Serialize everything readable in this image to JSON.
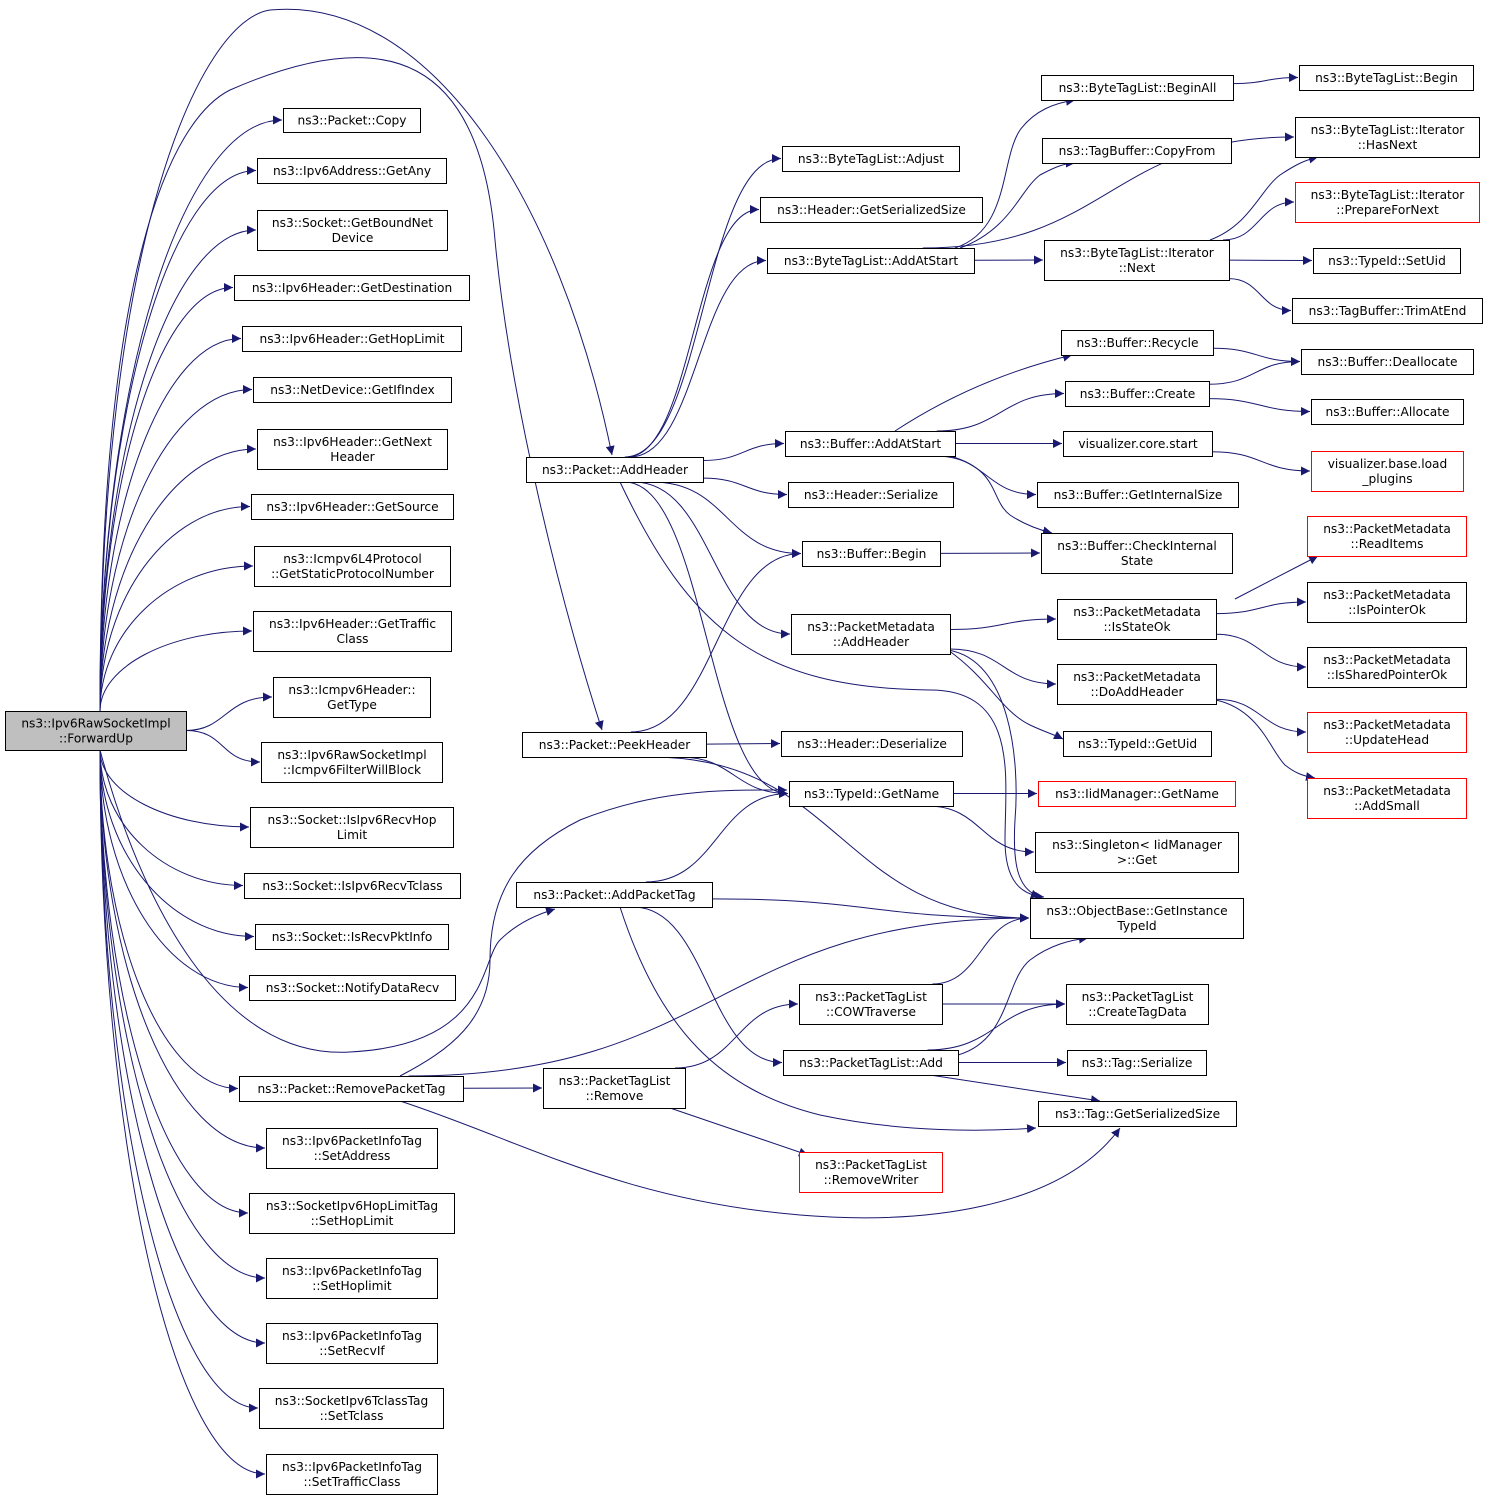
{
  "diagram": {
    "colors": {
      "edge": "#191970",
      "root_fill": "#bfbfbf",
      "node_border": "#000000",
      "truncated_border": "#ff0000",
      "background": "#ffffff"
    },
    "nodes": [
      {
        "id": "root",
        "lines": [
          "ns3::Ipv6RawSocketImpl",
          "::ForwardUp"
        ],
        "kind": "root"
      },
      {
        "id": "pkt_copy",
        "lines": [
          "ns3::Packet::Copy"
        ]
      },
      {
        "id": "ipv6addr_getany",
        "lines": [
          "ns3::Ipv6Address::GetAny"
        ]
      },
      {
        "id": "socket_getboundnetdevice",
        "lines": [
          "ns3::Socket::GetBoundNet",
          "Device"
        ]
      },
      {
        "id": "ipv6hdr_getdestination",
        "lines": [
          "ns3::Ipv6Header::GetDestination"
        ]
      },
      {
        "id": "ipv6hdr_gethoplimit",
        "lines": [
          "ns3::Ipv6Header::GetHopLimit"
        ]
      },
      {
        "id": "netdevice_getifindex",
        "lines": [
          "ns3::NetDevice::GetIfIndex"
        ]
      },
      {
        "id": "ipv6hdr_getnextheader",
        "lines": [
          "ns3::Ipv6Header::GetNext",
          "Header"
        ]
      },
      {
        "id": "ipv6hdr_getsource",
        "lines": [
          "ns3::Ipv6Header::GetSource"
        ]
      },
      {
        "id": "icmpv6l4_getstaticprotocolnumber",
        "lines": [
          "ns3::Icmpv6L4Protocol",
          "::GetStaticProtocolNumber"
        ]
      },
      {
        "id": "ipv6hdr_gettrafficclass",
        "lines": [
          "ns3::Ipv6Header::GetTraffic",
          "Class"
        ]
      },
      {
        "id": "icmpv6hdr_gettype",
        "lines": [
          "ns3::Icmpv6Header::",
          "GetType"
        ]
      },
      {
        "id": "ipv6raw_icmpv6filterwillblock",
        "lines": [
          "ns3::Ipv6RawSocketImpl",
          "::Icmpv6FilterWillBlock"
        ]
      },
      {
        "id": "socket_isipv6recvhoplimit",
        "lines": [
          "ns3::Socket::IsIpv6RecvHop",
          "Limit"
        ]
      },
      {
        "id": "socket_isipv6recvtclass",
        "lines": [
          "ns3::Socket::IsIpv6RecvTclass"
        ]
      },
      {
        "id": "socket_isrecvpktinfo",
        "lines": [
          "ns3::Socket::IsRecvPktInfo"
        ]
      },
      {
        "id": "socket_notifydatarecv",
        "lines": [
          "ns3::Socket::NotifyDataRecv"
        ]
      },
      {
        "id": "pkt_removepackettag",
        "lines": [
          "ns3::Packet::RemovePacketTag"
        ]
      },
      {
        "id": "ipv6pktinfotag_setaddress",
        "lines": [
          "ns3::Ipv6PacketInfoTag",
          "::SetAddress"
        ]
      },
      {
        "id": "socketipv6hoplimittag_sethoplimit",
        "lines": [
          "ns3::SocketIpv6HopLimitTag",
          "::SetHopLimit"
        ]
      },
      {
        "id": "ipv6pktinfotag_sethoplimit",
        "lines": [
          "ns3::Ipv6PacketInfoTag",
          "::SetHoplimit"
        ]
      },
      {
        "id": "ipv6pktinfotag_setrecvif",
        "lines": [
          "ns3::Ipv6PacketInfoTag",
          "::SetRecvIf"
        ]
      },
      {
        "id": "socketipv6tclasstag_settclass",
        "lines": [
          "ns3::SocketIpv6TclassTag",
          "::SetTclass"
        ]
      },
      {
        "id": "ipv6pktinfotag_settrafficclass",
        "lines": [
          "ns3::Ipv6PacketInfoTag",
          "::SetTrafficClass"
        ]
      },
      {
        "id": "pkt_addheader",
        "lines": [
          "ns3::Packet::AddHeader"
        ]
      },
      {
        "id": "pkt_peekheader",
        "lines": [
          "ns3::Packet::PeekHeader"
        ]
      },
      {
        "id": "pkt_addpackettag",
        "lines": [
          "ns3::Packet::AddPacketTag"
        ]
      },
      {
        "id": "packettaglist_remove",
        "lines": [
          "ns3::PacketTagList",
          "::Remove"
        ]
      },
      {
        "id": "bytetaglist_adjust",
        "lines": [
          "ns3::ByteTagList::Adjust"
        ]
      },
      {
        "id": "header_getserializedsize",
        "lines": [
          "ns3::Header::GetSerializedSize"
        ]
      },
      {
        "id": "bytetaglist_addatstart",
        "lines": [
          "ns3::ByteTagList::AddAtStart"
        ]
      },
      {
        "id": "buffer_addatstart",
        "lines": [
          "ns3::Buffer::AddAtStart"
        ]
      },
      {
        "id": "header_serialize",
        "lines": [
          "ns3::Header::Serialize"
        ]
      },
      {
        "id": "buffer_begin",
        "lines": [
          "ns3::Buffer::Begin"
        ]
      },
      {
        "id": "pktmeta_addheader",
        "lines": [
          "ns3::PacketMetadata",
          "::AddHeader"
        ]
      },
      {
        "id": "header_deserialize",
        "lines": [
          "ns3::Header::Deserialize"
        ]
      },
      {
        "id": "typeid_getname",
        "lines": [
          "ns3::TypeId::GetName"
        ]
      },
      {
        "id": "packettaglist_cowtraverse",
        "lines": [
          "ns3::PacketTagList",
          "::COWTraverse"
        ]
      },
      {
        "id": "packettaglist_add",
        "lines": [
          "ns3::PacketTagList::Add"
        ]
      },
      {
        "id": "packettaglist_removewriter",
        "lines": [
          "ns3::PacketTagList",
          "::RemoveWriter"
        ],
        "kind": "truncated"
      },
      {
        "id": "bytetaglist_beginall",
        "lines": [
          "ns3::ByteTagList::BeginAll"
        ]
      },
      {
        "id": "tagbuffer_copyfrom",
        "lines": [
          "ns3::TagBuffer::CopyFrom"
        ]
      },
      {
        "id": "bytetaglist_iterator_next",
        "lines": [
          "ns3::ByteTagList::Iterator",
          "::Next"
        ]
      },
      {
        "id": "buffer_recycle",
        "lines": [
          "ns3::Buffer::Recycle"
        ]
      },
      {
        "id": "buffer_create",
        "lines": [
          "ns3::Buffer::Create"
        ]
      },
      {
        "id": "visualizer_core_start",
        "lines": [
          "visualizer.core.start"
        ]
      },
      {
        "id": "buffer_getinternalsize",
        "lines": [
          "ns3::Buffer::GetInternalSize"
        ]
      },
      {
        "id": "buffer_checkinternalstate",
        "lines": [
          "ns3::Buffer::CheckInternal",
          "State"
        ]
      },
      {
        "id": "pktmeta_isstateok",
        "lines": [
          "ns3::PacketMetadata",
          "::IsStateOk"
        ]
      },
      {
        "id": "pktmeta_doaddheader",
        "lines": [
          "ns3::PacketMetadata",
          "::DoAddHeader"
        ]
      },
      {
        "id": "typeid_getuid",
        "lines": [
          "ns3::TypeId::GetUid"
        ]
      },
      {
        "id": "iidmanager_getname",
        "lines": [
          "ns3::IidManager::GetName"
        ],
        "kind": "truncated"
      },
      {
        "id": "singleton_iidmanager_get",
        "lines": [
          "ns3::Singleton< IidManager",
          ">::Get"
        ]
      },
      {
        "id": "objectbase_getinstancetypeid",
        "lines": [
          "ns3::ObjectBase::GetInstance",
          "TypeId"
        ]
      },
      {
        "id": "packettaglist_createtagdata",
        "lines": [
          "ns3::PacketTagList",
          "::CreateTagData"
        ]
      },
      {
        "id": "tag_serialize",
        "lines": [
          "ns3::Tag::Serialize"
        ]
      },
      {
        "id": "tag_getserializedsize",
        "lines": [
          "ns3::Tag::GetSerializedSize"
        ]
      },
      {
        "id": "bytetaglist_begin",
        "lines": [
          "ns3::ByteTagList::Begin"
        ]
      },
      {
        "id": "bytetaglist_iterator_hasnext",
        "lines": [
          "ns3::ByteTagList::Iterator",
          "::HasNext"
        ]
      },
      {
        "id": "bytetaglist_iterator_preparefornext",
        "lines": [
          "ns3::ByteTagList::Iterator",
          "::PrepareForNext"
        ],
        "kind": "truncated"
      },
      {
        "id": "typeid_setuid",
        "lines": [
          "ns3::TypeId::SetUid"
        ]
      },
      {
        "id": "tagbuffer_trimatend",
        "lines": [
          "ns3::TagBuffer::TrimAtEnd"
        ]
      },
      {
        "id": "buffer_deallocate",
        "lines": [
          "ns3::Buffer::Deallocate"
        ]
      },
      {
        "id": "buffer_allocate",
        "lines": [
          "ns3::Buffer::Allocate"
        ]
      },
      {
        "id": "visualizer_base_load_plugins",
        "lines": [
          "visualizer.base.load",
          "_plugins"
        ],
        "kind": "truncated"
      },
      {
        "id": "pktmeta_readitems",
        "lines": [
          "ns3::PacketMetadata",
          "::ReadItems"
        ],
        "kind": "truncated"
      },
      {
        "id": "pktmeta_ispointerok",
        "lines": [
          "ns3::PacketMetadata",
          "::IsPointerOk"
        ]
      },
      {
        "id": "pktmeta_issharedpointerok",
        "lines": [
          "ns3::PacketMetadata",
          "::IsSharedPointerOk"
        ]
      },
      {
        "id": "pktmeta_updatehead",
        "lines": [
          "ns3::PacketMetadata",
          "::UpdateHead"
        ],
        "kind": "truncated"
      },
      {
        "id": "pktmeta_addsmall",
        "lines": [
          "ns3::PacketMetadata",
          "::AddSmall"
        ],
        "kind": "truncated"
      }
    ],
    "edges": [
      {
        "from": "root",
        "to": "pkt_copy"
      },
      {
        "from": "root",
        "to": "ipv6addr_getany"
      },
      {
        "from": "root",
        "to": "socket_getboundnetdevice"
      },
      {
        "from": "root",
        "to": "ipv6hdr_getdestination"
      },
      {
        "from": "root",
        "to": "ipv6hdr_gethoplimit"
      },
      {
        "from": "root",
        "to": "netdevice_getifindex"
      },
      {
        "from": "root",
        "to": "ipv6hdr_getnextheader"
      },
      {
        "from": "root",
        "to": "ipv6hdr_getsource"
      },
      {
        "from": "root",
        "to": "icmpv6l4_getstaticprotocolnumber"
      },
      {
        "from": "root",
        "to": "ipv6hdr_gettrafficclass"
      },
      {
        "from": "root",
        "to": "icmpv6hdr_gettype"
      },
      {
        "from": "root",
        "to": "ipv6raw_icmpv6filterwillblock"
      },
      {
        "from": "root",
        "to": "socket_isipv6recvhoplimit"
      },
      {
        "from": "root",
        "to": "socket_isipv6recvtclass"
      },
      {
        "from": "root",
        "to": "socket_isrecvpktinfo"
      },
      {
        "from": "root",
        "to": "socket_notifydatarecv"
      },
      {
        "from": "root",
        "to": "pkt_removepackettag"
      },
      {
        "from": "root",
        "to": "ipv6pktinfotag_setaddress"
      },
      {
        "from": "root",
        "to": "socketipv6hoplimittag_sethoplimit"
      },
      {
        "from": "root",
        "to": "ipv6pktinfotag_sethoplimit"
      },
      {
        "from": "root",
        "to": "ipv6pktinfotag_setrecvif"
      },
      {
        "from": "root",
        "to": "socketipv6tclasstag_settclass"
      },
      {
        "from": "root",
        "to": "ipv6pktinfotag_settrafficclass"
      },
      {
        "from": "root",
        "to": "pkt_addheader"
      },
      {
        "from": "root",
        "to": "pkt_peekheader"
      },
      {
        "from": "root",
        "to": "pkt_addpackettag"
      },
      {
        "from": "pkt_addheader",
        "to": "bytetaglist_adjust"
      },
      {
        "from": "pkt_addheader",
        "to": "header_getserializedsize"
      },
      {
        "from": "pkt_addheader",
        "to": "bytetaglist_addatstart"
      },
      {
        "from": "pkt_addheader",
        "to": "buffer_addatstart"
      },
      {
        "from": "pkt_addheader",
        "to": "header_serialize"
      },
      {
        "from": "pkt_addheader",
        "to": "buffer_begin"
      },
      {
        "from": "pkt_addheader",
        "to": "pktmeta_addheader"
      },
      {
        "from": "pkt_addheader",
        "to": "typeid_getname"
      },
      {
        "from": "pkt_addheader",
        "to": "objectbase_getinstancetypeid"
      },
      {
        "from": "pkt_peekheader",
        "to": "buffer_begin"
      },
      {
        "from": "pkt_peekheader",
        "to": "header_deserialize"
      },
      {
        "from": "pkt_peekheader",
        "to": "typeid_getname"
      },
      {
        "from": "pkt_peekheader",
        "to": "objectbase_getinstancetypeid"
      },
      {
        "from": "pkt_addpackettag",
        "to": "typeid_getname"
      },
      {
        "from": "pkt_addpackettag",
        "to": "objectbase_getinstancetypeid"
      },
      {
        "from": "pkt_addpackettag",
        "to": "packettaglist_add"
      },
      {
        "from": "pkt_addpackettag",
        "to": "tag_getserializedsize"
      },
      {
        "from": "pkt_removepackettag",
        "to": "typeid_getname"
      },
      {
        "from": "pkt_removepackettag",
        "to": "objectbase_getinstancetypeid"
      },
      {
        "from": "pkt_removepackettag",
        "to": "packettaglist_remove"
      },
      {
        "from": "pkt_removepackettag",
        "to": "tag_getserializedsize"
      },
      {
        "from": "packettaglist_remove",
        "to": "packettaglist_cowtraverse"
      },
      {
        "from": "packettaglist_remove",
        "to": "packettaglist_removewriter"
      },
      {
        "from": "bytetaglist_addatstart",
        "to": "bytetaglist_beginall"
      },
      {
        "from": "bytetaglist_addatstart",
        "to": "tagbuffer_copyfrom"
      },
      {
        "from": "bytetaglist_addatstart",
        "to": "bytetaglist_iterator_hasnext"
      },
      {
        "from": "bytetaglist_addatstart",
        "to": "bytetaglist_iterator_next"
      },
      {
        "from": "bytetaglist_beginall",
        "to": "bytetaglist_begin"
      },
      {
        "from": "bytetaglist_iterator_next",
        "to": "bytetaglist_iterator_hasnext"
      },
      {
        "from": "bytetaglist_iterator_next",
        "to": "bytetaglist_iterator_preparefornext"
      },
      {
        "from": "bytetaglist_iterator_next",
        "to": "typeid_setuid"
      },
      {
        "from": "bytetaglist_iterator_next",
        "to": "tagbuffer_trimatend"
      },
      {
        "from": "buffer_addatstart",
        "to": "buffer_recycle"
      },
      {
        "from": "buffer_addatstart",
        "to": "buffer_create"
      },
      {
        "from": "buffer_addatstart",
        "to": "visualizer_core_start"
      },
      {
        "from": "buffer_addatstart",
        "to": "buffer_getinternalsize"
      },
      {
        "from": "buffer_addatstart",
        "to": "buffer_checkinternalstate"
      },
      {
        "from": "buffer_recycle",
        "to": "buffer_deallocate"
      },
      {
        "from": "buffer_create",
        "to": "buffer_deallocate"
      },
      {
        "from": "buffer_create",
        "to": "buffer_allocate"
      },
      {
        "from": "visualizer_core_start",
        "to": "visualizer_base_load_plugins"
      },
      {
        "from": "buffer_begin",
        "to": "buffer_checkinternalstate"
      },
      {
        "from": "pktmeta_addheader",
        "to": "pktmeta_isstateok"
      },
      {
        "from": "pktmeta_addheader",
        "to": "pktmeta_doaddheader"
      },
      {
        "from": "pktmeta_addheader",
        "to": "typeid_getuid"
      },
      {
        "from": "pktmeta_addheader",
        "to": "objectbase_getinstancetypeid"
      },
      {
        "from": "pktmeta_isstateok",
        "to": "pktmeta_readitems"
      },
      {
        "from": "pktmeta_isstateok",
        "to": "pktmeta_ispointerok"
      },
      {
        "from": "pktmeta_isstateok",
        "to": "pktmeta_issharedpointerok"
      },
      {
        "from": "pktmeta_doaddheader",
        "to": "pktmeta_updatehead"
      },
      {
        "from": "pktmeta_doaddheader",
        "to": "pktmeta_addsmall"
      },
      {
        "from": "typeid_getname",
        "to": "iidmanager_getname"
      },
      {
        "from": "typeid_getname",
        "to": "singleton_iidmanager_get"
      },
      {
        "from": "packettaglist_cowtraverse",
        "to": "objectbase_getinstancetypeid"
      },
      {
        "from": "packettaglist_cowtraverse",
        "to": "packettaglist_createtagdata"
      },
      {
        "from": "packettaglist_add",
        "to": "objectbase_getinstancetypeid"
      },
      {
        "from": "packettaglist_add",
        "to": "packettaglist_createtagdata"
      },
      {
        "from": "packettaglist_add",
        "to": "tag_serialize"
      },
      {
        "from": "packettaglist_add",
        "to": "tag_getserializedsize"
      }
    ]
  }
}
